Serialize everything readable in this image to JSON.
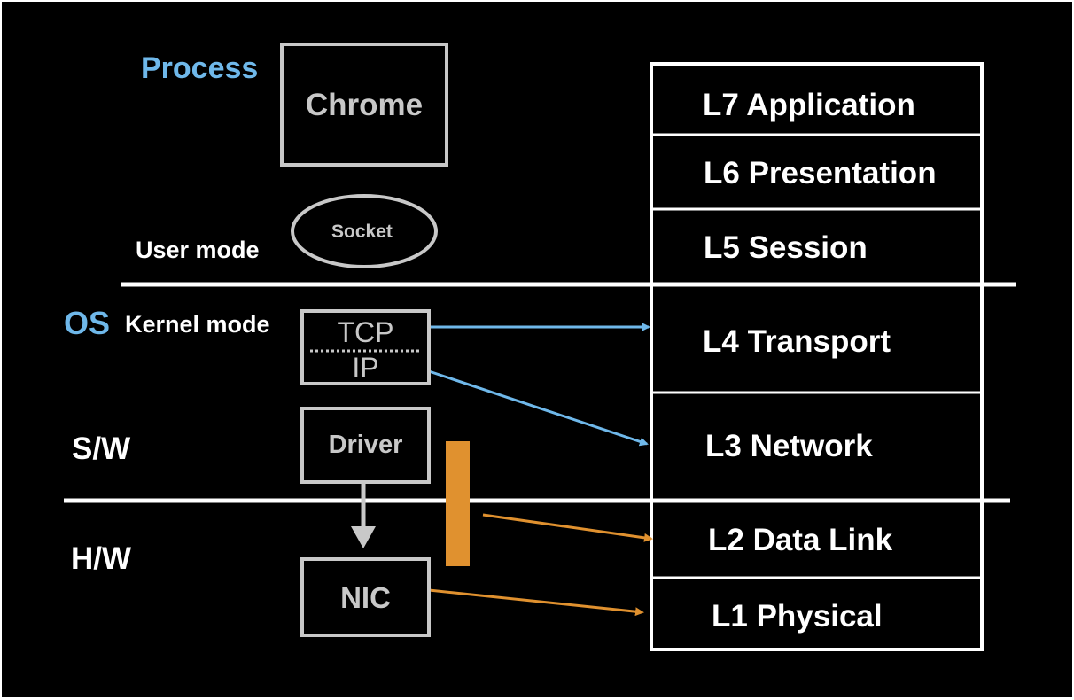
{
  "labels": {
    "process": "Process",
    "user_mode": "User mode",
    "os": "OS",
    "kernel_mode": "Kernel mode",
    "software": "S/W",
    "hardware": "H/W"
  },
  "components": {
    "chrome": "Chrome",
    "socket": "Socket",
    "tcp": "TCP",
    "ip": "IP",
    "driver": "Driver",
    "nic": "NIC"
  },
  "osi_layers": [
    {
      "label": "L7 Application"
    },
    {
      "label": "L6 Presentation"
    },
    {
      "label": "L5 Session"
    },
    {
      "label": "L4 Transport"
    },
    {
      "label": "L3 Network"
    },
    {
      "label": "L2 Data Link"
    },
    {
      "label": "L1 Physical"
    }
  ],
  "colors": {
    "background": "#000000",
    "foreground": "#ffffff",
    "component_border": "#c8c8c8",
    "accent_blue": "#6fb8ea",
    "accent_orange": "#e0912f"
  }
}
